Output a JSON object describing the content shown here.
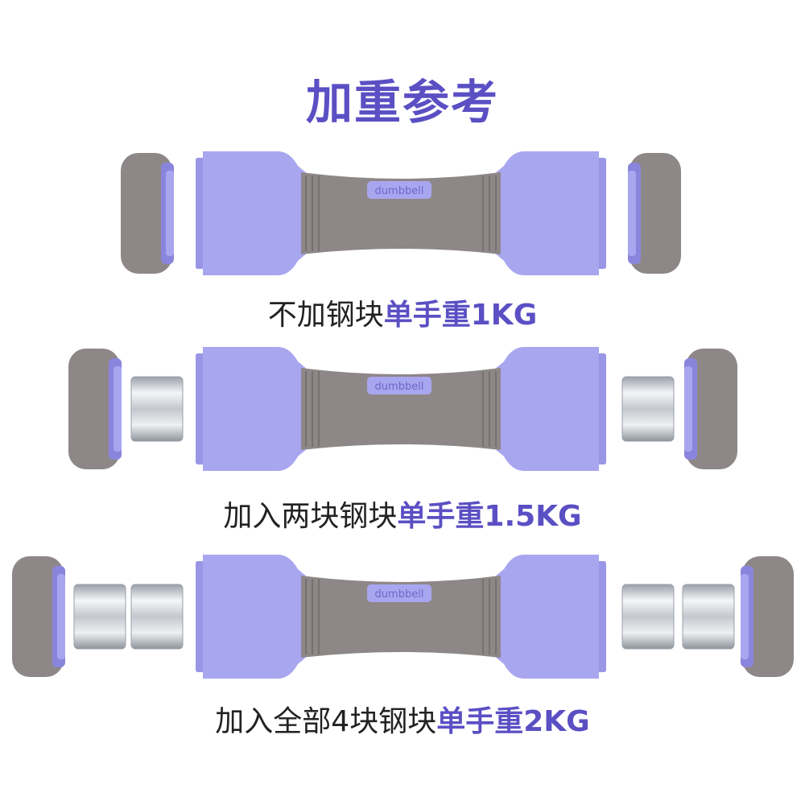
{
  "title": "加重参考",
  "brand_label": "dumbbell",
  "colors": {
    "accent": "#5b4fc4",
    "body_purple": "#a9a6f0",
    "grip_gray": "#8e8787",
    "steel": "#d6d9de"
  },
  "rows": [
    {
      "plain": "不加钢块",
      "highlight": "单手重1KG",
      "steel_blocks_per_side": 0
    },
    {
      "plain": "加入两块钢块",
      "highlight": "单手重1.5KG",
      "steel_blocks_per_side": 1
    },
    {
      "plain": "加入全部4块钢块",
      "highlight": "单手重2KG",
      "steel_blocks_per_side": 2
    }
  ]
}
